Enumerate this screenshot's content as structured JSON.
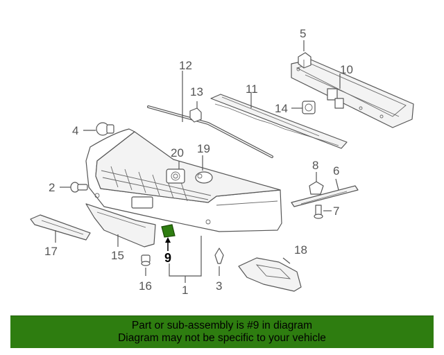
{
  "highlight_color": "#2e7d10",
  "highlighted_part": "9",
  "callouts": {
    "c1": "1",
    "c2": "2",
    "c3": "3",
    "c4": "4",
    "c5": "5",
    "c6": "6",
    "c7": "7",
    "c8": "8",
    "c9": "9",
    "c10": "10",
    "c11": "11",
    "c12": "12",
    "c13": "13",
    "c14": "14",
    "c15": "15",
    "c16": "16",
    "c17": "17",
    "c18": "18",
    "c19": "19",
    "c20": "20"
  },
  "banner": {
    "line1": "Part or sub-assembly is #9 in diagram",
    "line2": "Diagram may not be specific to your vehicle"
  }
}
